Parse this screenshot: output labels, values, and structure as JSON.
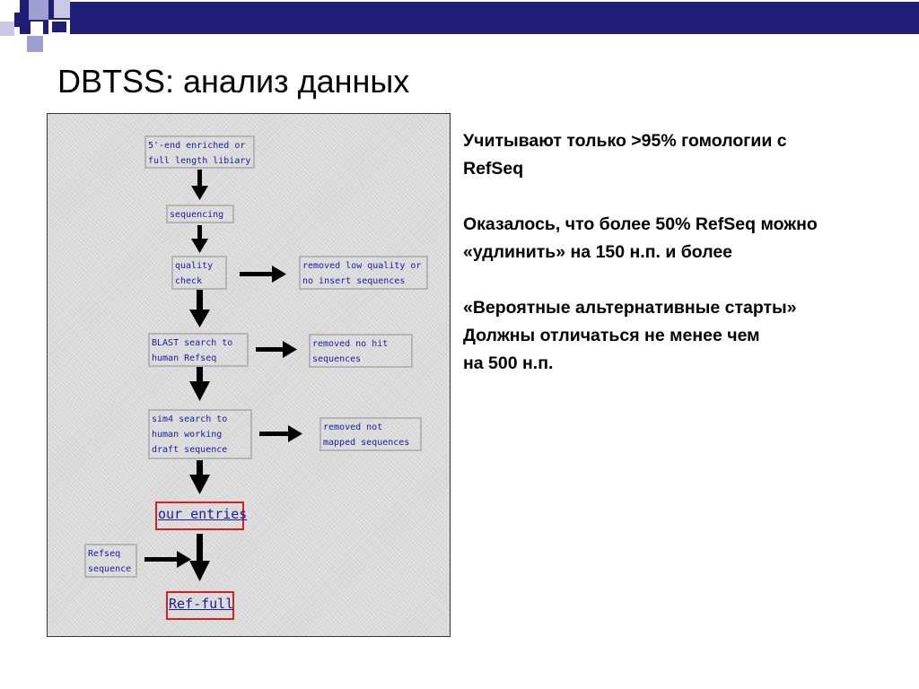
{
  "slide": {
    "title": "DBTSS: анализ данных"
  },
  "diagram": {
    "boxes": {
      "enriched": [
        "5'-end enriched or",
        "full length libiary"
      ],
      "sequencing": [
        "sequencing"
      ],
      "quality": [
        "quality",
        "check"
      ],
      "removed_quality": [
        "removed low quality or",
        "no insert sequences"
      ],
      "blast": [
        "BLAST search to",
        "human Refseq"
      ],
      "removed_hit": [
        "removed no hit",
        "sequences"
      ],
      "sim4": [
        "sim4 search to",
        "human working",
        "draft sequence"
      ],
      "removed_mapped": [
        "removed not",
        "mapped sequences"
      ],
      "our_entries": [
        "our entries"
      ],
      "refseq": [
        "Refseq",
        "sequence"
      ],
      "ref_full": [
        "Ref-full"
      ]
    }
  },
  "notes": [
    [
      "Учитывают только >95% гомологии с",
      "RefSeq"
    ],
    [
      "Оказалось, что более 50% RefSeq можно",
      "«удлинить» на 150 н.п. и более"
    ],
    [
      "«Вероятные альтернативные старты»",
      "Должны отличаться не менее чем",
      "на 500 н.п."
    ]
  ],
  "colors": {
    "template_navy": "#1e1e78",
    "template_violet": "#9e9ed0",
    "box_text": "#1a1aa0",
    "highlight_border": "#d82020"
  }
}
